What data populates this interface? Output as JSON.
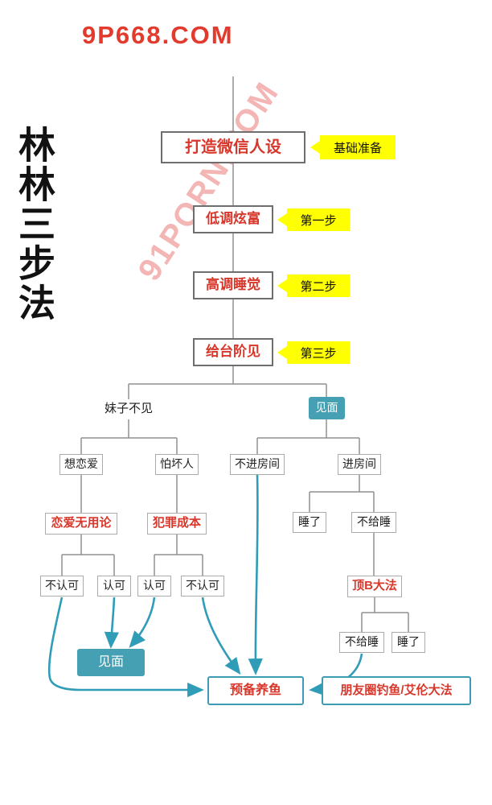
{
  "watermarks": {
    "top": "9P668.COM",
    "diagonal": "91PORN.COM"
  },
  "side_title": "林林三步法",
  "colors": {
    "red_text": "#d8372b",
    "yellow_tag": "#feff00",
    "teal": "#3d9cb4",
    "teal_fill": "#46a0b4",
    "line_gray": "#909090",
    "watermark_red": "#e23a2c",
    "watermark_pink": "#ee8787"
  },
  "flow": {
    "main_steps": [
      {
        "label": "打造微信人设",
        "tag": "基础准备"
      },
      {
        "label": "低调炫富",
        "tag": "第一步"
      },
      {
        "label": "高调睡觉",
        "tag": "第二步"
      },
      {
        "label": "给台阶见",
        "tag": "第三步"
      }
    ],
    "branch_left": "妹子不见",
    "branch_right": "见面",
    "want_love": "想恋爱",
    "fear_bad_people": "怕坏人",
    "no_enter_room": "不进房间",
    "enter_room": "进房间",
    "love_useless_theory": "恋爱无用论",
    "crime_cost": "犯罪成本",
    "slept_1": "睡了",
    "no_sleep_1": "不给睡",
    "disapprove_left": "不认可",
    "approve_left": "认可",
    "approve_right": "认可",
    "disapprove_right": "不认可",
    "ding_b_method": "顶B大法",
    "no_sleep_2": "不给睡",
    "slept_2": "睡了",
    "meet_bottom": "见面",
    "prepare_fish": "预备养鱼",
    "moments_fishing": "朋友圈钓鱼/艾伦大法",
    "teal_arrows": [
      {
        "from": "认可(左)",
        "to": "见面(底部)"
      },
      {
        "from": "认可(右)",
        "to": "见面(底部)"
      },
      {
        "from": "不认可(左)",
        "to": "预备养鱼"
      },
      {
        "from": "不认可(右)",
        "to": "预备养鱼"
      },
      {
        "from": "不进房间",
        "to": "预备养鱼"
      },
      {
        "from": "不给睡(底部)",
        "to": "预备养鱼"
      }
    ]
  }
}
